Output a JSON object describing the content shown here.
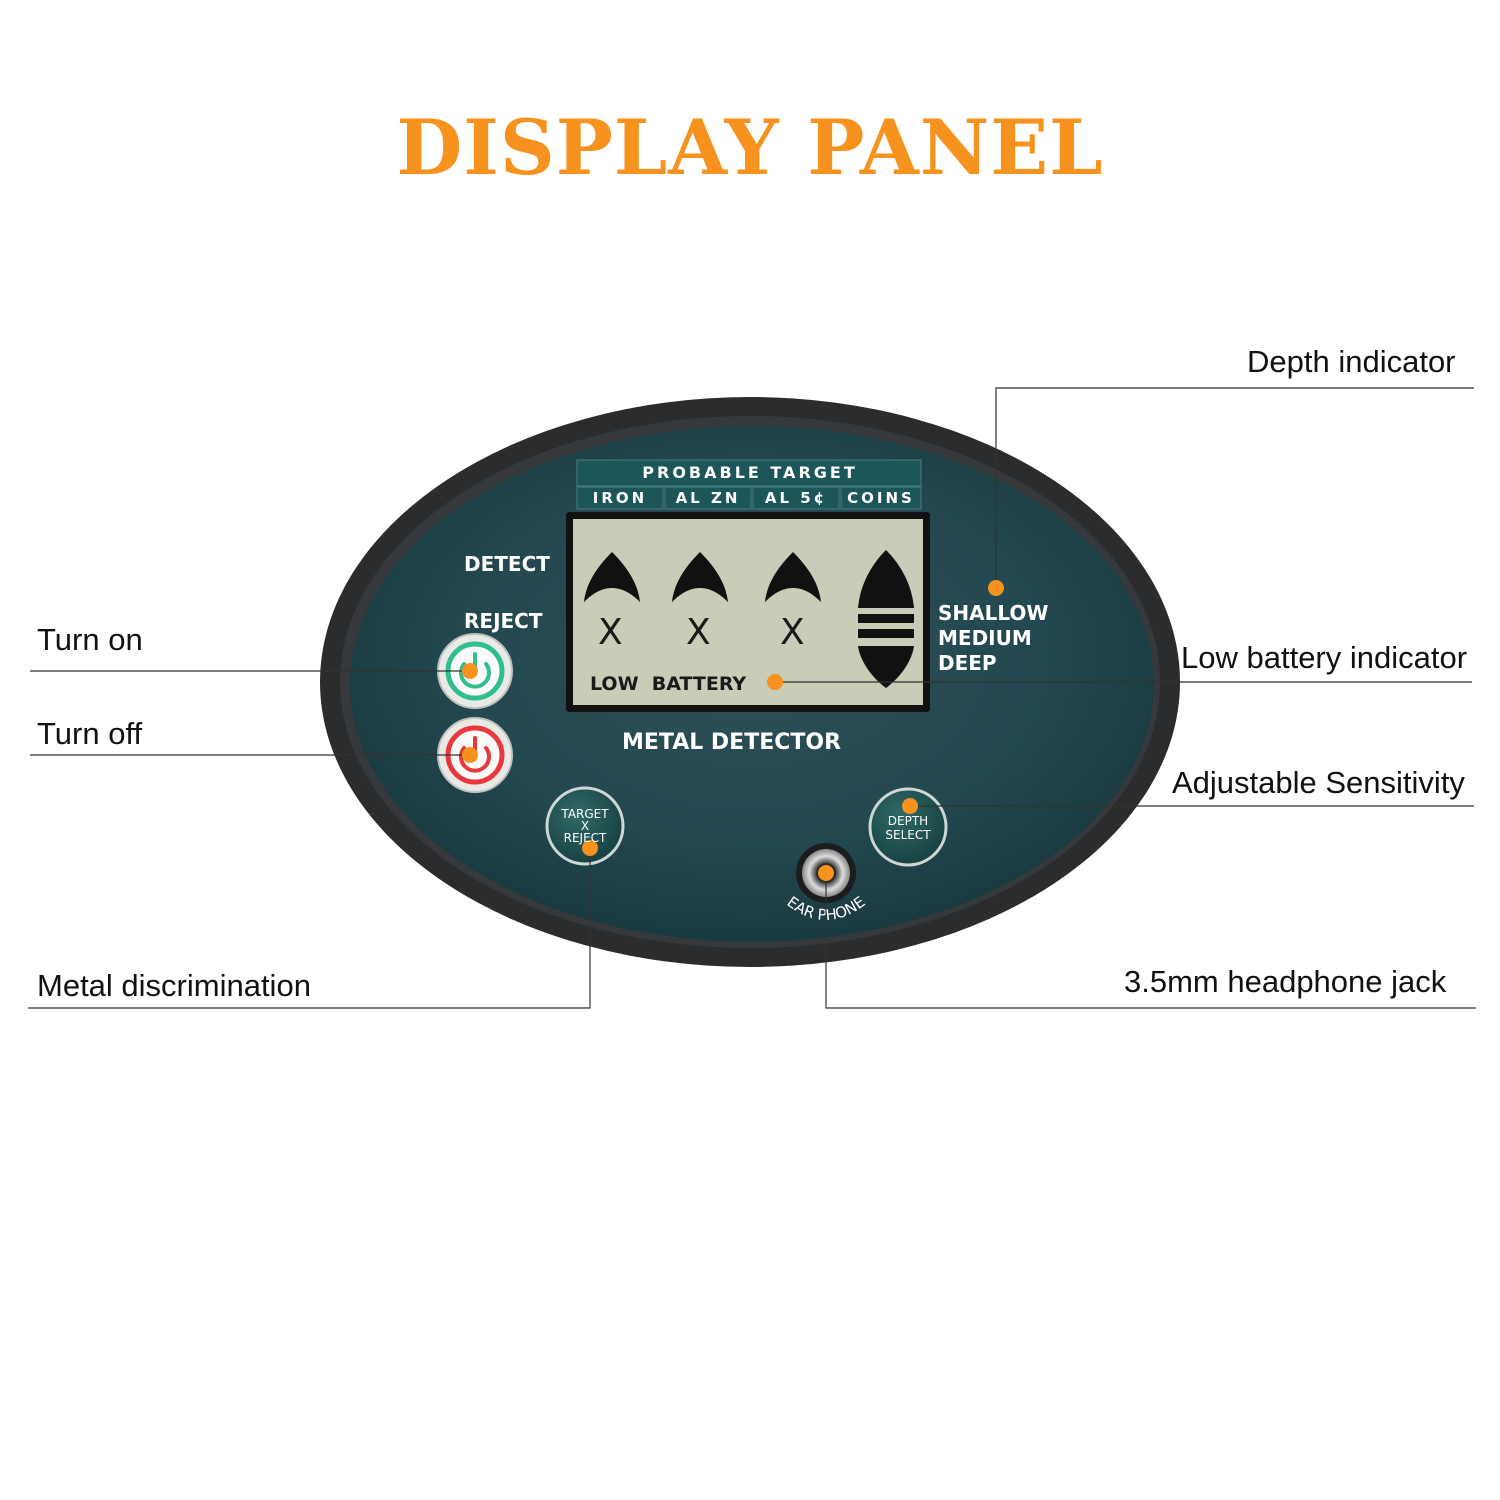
{
  "page": {
    "title": "DISPLAY PANEL"
  },
  "panel": {
    "header_top": "PROBABLE TARGET",
    "header_columns": [
      "IRON",
      "AL ZN",
      "AL 5¢",
      "COINS"
    ],
    "mode_detect": "DETECT",
    "mode_reject": "REJECT",
    "depth_levels": [
      "SHALLOW",
      "MEDIUM",
      "DEEP"
    ],
    "lcd_low_battery": "LOW  BATTERY",
    "lcd_x_mark": "X",
    "product_name": "METAL DETECTOR",
    "target_reject_button": [
      "TARGET",
      "X",
      "REJECT"
    ],
    "depth_select_button": [
      "DEPTH",
      "SELECT"
    ],
    "ear_phone_label": "EAR PHONE"
  },
  "callouts": {
    "depth_indicator": "Depth indicator",
    "turn_on": "Turn on",
    "turn_off": "Turn off",
    "low_battery_indicator": "Low battery indicator",
    "adjustable_sensitivity": "Adjustable Sensitivity",
    "metal_discrimination": "Metal discrimination",
    "headphone_jack": "3.5mm headphone jack"
  },
  "colors": {
    "title": "#f7921e",
    "marker": "#f7921e",
    "panel_outer": "#2b2d2f",
    "panel_face": "#1f4a52",
    "lcd_bg": "#c9ccb6",
    "power_on_ring": "#2fbf8f",
    "power_off_ring": "#e8383d"
  },
  "icons": [
    "power-on-icon",
    "power-off-icon",
    "target-arrow-icon",
    "depth-gauge-icon",
    "headphone-jack-icon"
  ]
}
